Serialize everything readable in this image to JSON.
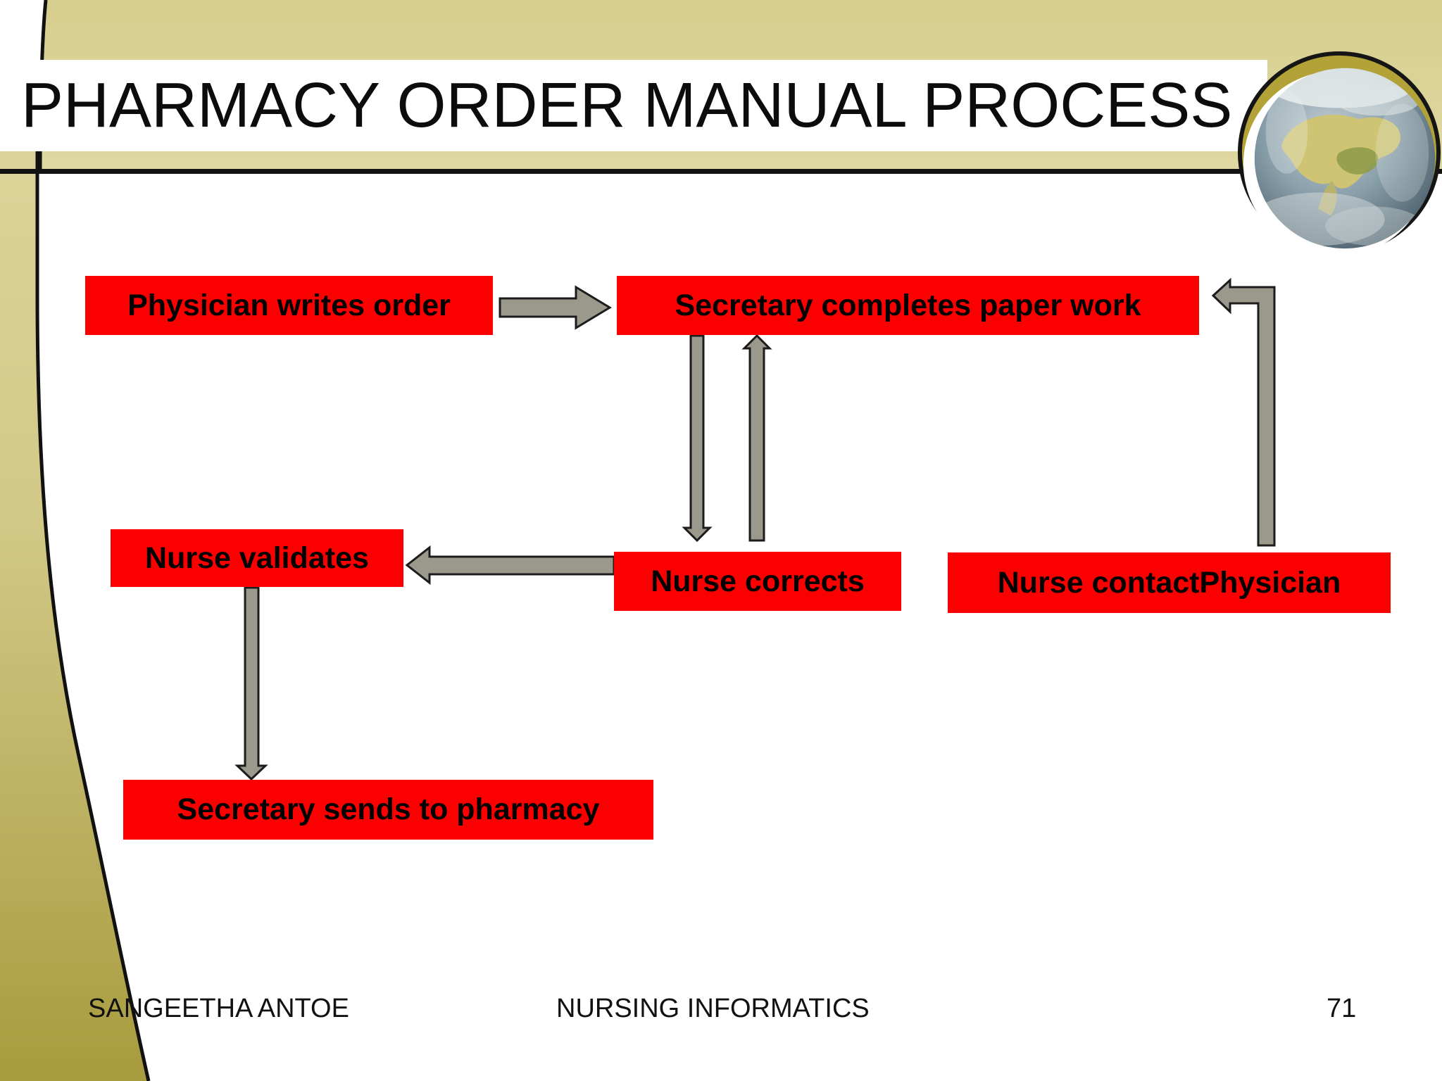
{
  "slide": {
    "title": "PHARMACY ORDER MANUAL PROCESS",
    "footer": {
      "author": "SANGEETHA ANTOE",
      "course": "NURSING INFORMATICS",
      "page_number": "71"
    }
  },
  "flowchart": {
    "nodes": [
      {
        "id": "physician-writes-order",
        "label": "Physician writes order"
      },
      {
        "id": "secretary-completes-paper-work",
        "label": "Secretary completes paper work"
      },
      {
        "id": "nurse-validates",
        "label": "Nurse validates"
      },
      {
        "id": "nurse-corrects",
        "label": "Nurse corrects"
      },
      {
        "id": "nurse-contact-physician",
        "label": "Nurse contactPhysician"
      },
      {
        "id": "secretary-sends-to-pharmacy",
        "label": "Secretary sends to pharmacy"
      }
    ],
    "edges": [
      {
        "from": "physician-writes-order",
        "to": "secretary-completes-paper-work",
        "direction": "right"
      },
      {
        "from": "secretary-completes-paper-work",
        "to": "nurse-corrects",
        "direction": "down"
      },
      {
        "from": "nurse-corrects",
        "to": "secretary-completes-paper-work",
        "direction": "up"
      },
      {
        "from": "nurse-corrects",
        "to": "nurse-validates",
        "direction": "left"
      },
      {
        "from": "nurse-validates",
        "to": "secretary-sends-to-pharmacy",
        "direction": "down"
      },
      {
        "from": "nurse-contact-physician",
        "to": "secretary-completes-paper-work",
        "direction": "up-left-elbow"
      }
    ],
    "colors": {
      "node_background": "#fb0000",
      "node_text": "#000000",
      "arrow_fill": "#9a998c",
      "arrow_outline": "#1c1c1c"
    }
  },
  "theme": {
    "band_khaki_light": "#ddd49a",
    "band_olive_dark": "#a89b3e",
    "divider_line": "#111111",
    "globe_ring_olive": "#b3a238"
  }
}
